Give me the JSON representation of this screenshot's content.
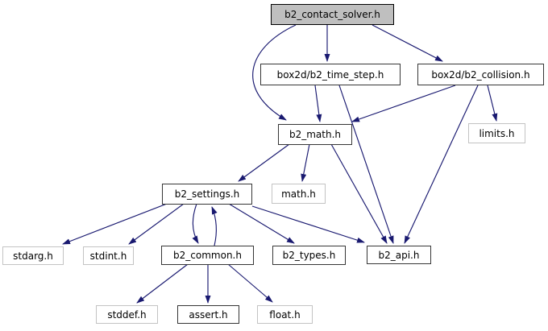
{
  "diagram": {
    "kind": "include-dependency-graph",
    "root_file": "b2_contact_solver.h",
    "colors": {
      "edge": "#191970",
      "root_fill": "#bfbfbf",
      "internal_border": "#363636",
      "external_border": "#c3c3c3",
      "background": "#ffffff"
    },
    "nodes": {
      "contact_solver": {
        "label": "b2_contact_solver.h",
        "type": "root"
      },
      "time_step": {
        "label": "box2d/b2_time_step.h",
        "type": "internal"
      },
      "collision": {
        "label": "box2d/b2_collision.h",
        "type": "internal"
      },
      "b2_math": {
        "label": "b2_math.h",
        "type": "internal"
      },
      "limits": {
        "label": "limits.h",
        "type": "external"
      },
      "settings": {
        "label": "b2_settings.h",
        "type": "internal"
      },
      "math_sys": {
        "label": "math.h",
        "type": "external"
      },
      "stdarg": {
        "label": "stdarg.h",
        "type": "external"
      },
      "stdint": {
        "label": "stdint.h",
        "type": "external"
      },
      "common": {
        "label": "b2_common.h",
        "type": "internal"
      },
      "types": {
        "label": "b2_types.h",
        "type": "internal"
      },
      "api": {
        "label": "b2_api.h",
        "type": "internal"
      },
      "stddef": {
        "label": "stddef.h",
        "type": "external"
      },
      "assert": {
        "label": "assert.h",
        "type": "internal"
      },
      "float": {
        "label": "float.h",
        "type": "external"
      }
    },
    "edges": [
      {
        "from": "contact_solver",
        "to": "time_step"
      },
      {
        "from": "contact_solver",
        "to": "collision"
      },
      {
        "from": "contact_solver",
        "to": "b2_math"
      },
      {
        "from": "time_step",
        "to": "b2_math"
      },
      {
        "from": "time_step",
        "to": "api"
      },
      {
        "from": "collision",
        "to": "b2_math"
      },
      {
        "from": "collision",
        "to": "limits"
      },
      {
        "from": "collision",
        "to": "api"
      },
      {
        "from": "b2_math",
        "to": "settings"
      },
      {
        "from": "b2_math",
        "to": "math_sys"
      },
      {
        "from": "b2_math",
        "to": "api"
      },
      {
        "from": "settings",
        "to": "stdarg"
      },
      {
        "from": "settings",
        "to": "stdint"
      },
      {
        "from": "settings",
        "to": "common"
      },
      {
        "from": "settings",
        "to": "types"
      },
      {
        "from": "settings",
        "to": "api"
      },
      {
        "from": "common",
        "to": "settings"
      },
      {
        "from": "common",
        "to": "stddef"
      },
      {
        "from": "common",
        "to": "assert"
      },
      {
        "from": "common",
        "to": "float"
      }
    ]
  }
}
